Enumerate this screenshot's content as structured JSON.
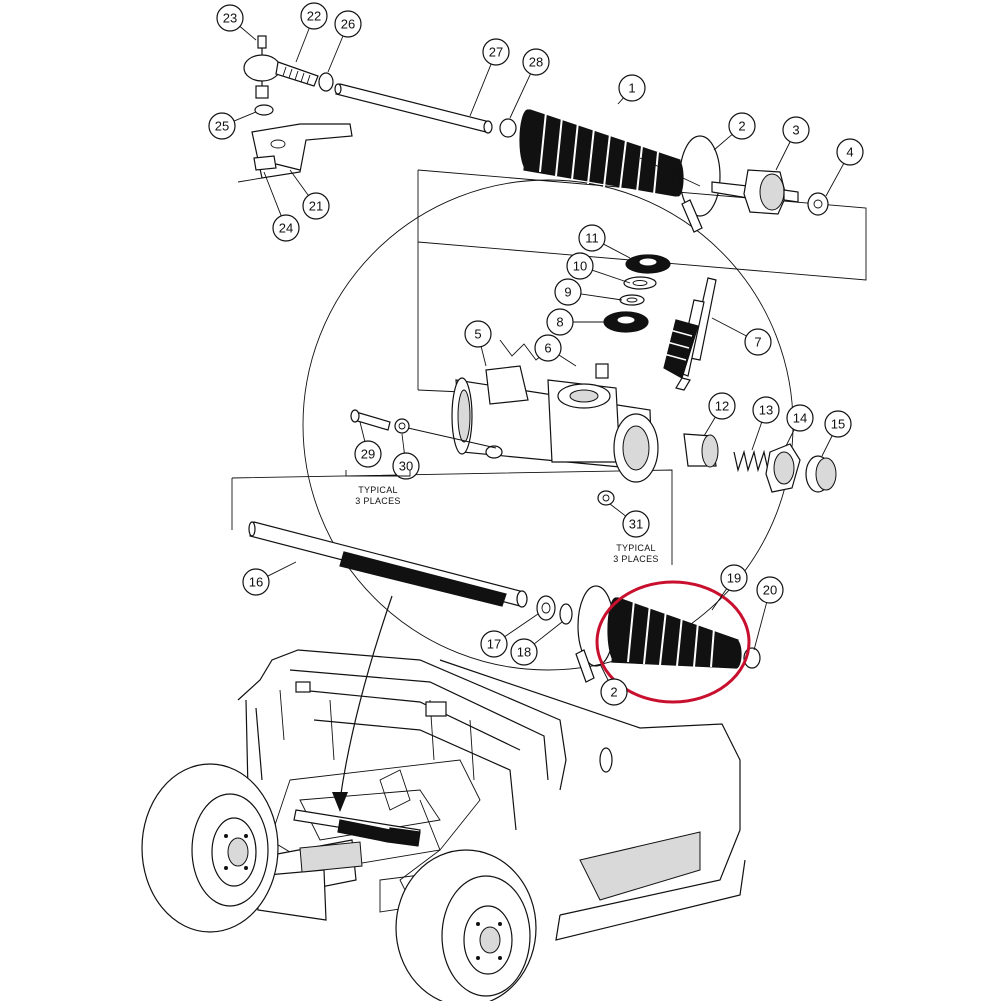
{
  "callouts": [
    {
      "n": "1"
    },
    {
      "n": "2"
    },
    {
      "n": "3"
    },
    {
      "n": "4"
    },
    {
      "n": "5"
    },
    {
      "n": "6"
    },
    {
      "n": "7"
    },
    {
      "n": "8"
    },
    {
      "n": "9"
    },
    {
      "n": "10"
    },
    {
      "n": "11"
    },
    {
      "n": "12"
    },
    {
      "n": "13"
    },
    {
      "n": "14"
    },
    {
      "n": "15"
    },
    {
      "n": "16"
    },
    {
      "n": "17"
    },
    {
      "n": "18"
    },
    {
      "n": "19"
    },
    {
      "n": "20"
    },
    {
      "n": "21"
    },
    {
      "n": "22"
    },
    {
      "n": "23"
    },
    {
      "n": "24"
    },
    {
      "n": "25"
    },
    {
      "n": "26"
    },
    {
      "n": "27"
    },
    {
      "n": "28"
    },
    {
      "n": "29"
    },
    {
      "n": "30"
    },
    {
      "n": "31"
    },
    {
      "n": "2"
    }
  ],
  "notes": {
    "typical_left_line1": "TYPICAL",
    "typical_left_line2": "3 PLACES",
    "typical_right_line1": "TYPICAL",
    "typical_right_line2": "3 PLACES"
  },
  "highlight": {
    "color": "#c8102e",
    "target_part": "19"
  }
}
